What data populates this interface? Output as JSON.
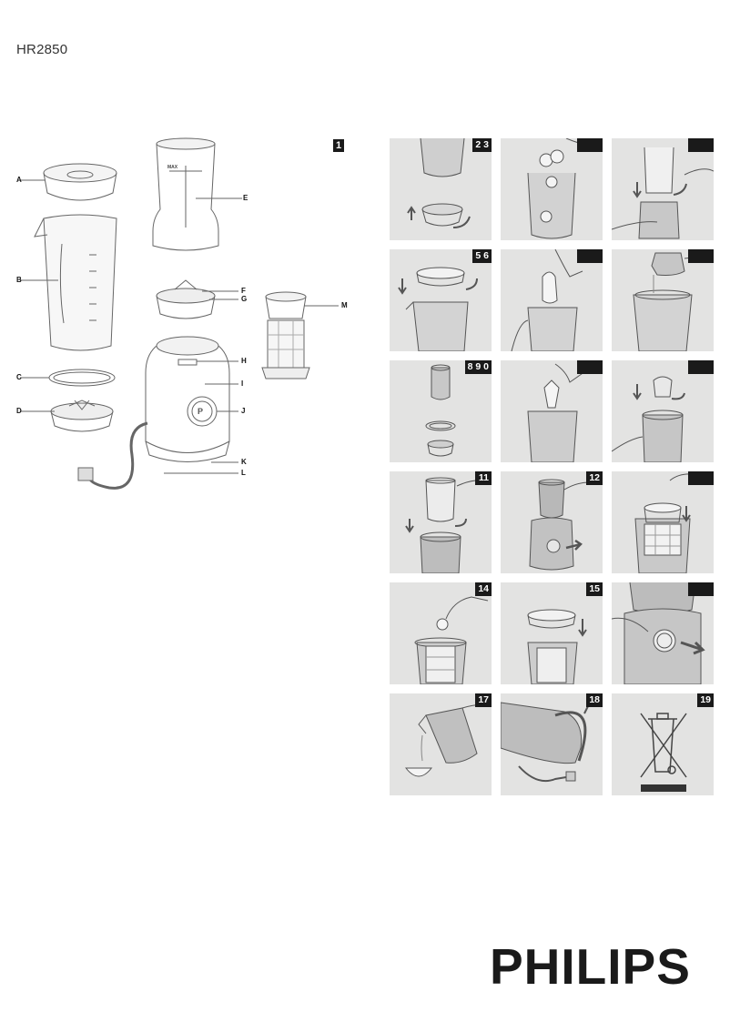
{
  "header": {
    "model": "HR2850"
  },
  "overview": {
    "figure_number": "1",
    "parts": [
      {
        "id": "A",
        "label": "A"
      },
      {
        "id": "B",
        "label": "B"
      },
      {
        "id": "C",
        "label": "C"
      },
      {
        "id": "D",
        "label": "D"
      },
      {
        "id": "E",
        "label": "E"
      },
      {
        "id": "F",
        "label": "F"
      },
      {
        "id": "G",
        "label": "G"
      },
      {
        "id": "H",
        "label": "H"
      },
      {
        "id": "I",
        "label": "I"
      },
      {
        "id": "J",
        "label": "J"
      },
      {
        "id": "K",
        "label": "K"
      },
      {
        "id": "L",
        "label": "L"
      },
      {
        "id": "M",
        "label": "M"
      }
    ],
    "button_letter": "P",
    "max_mark": "MAX"
  },
  "steps": [
    {
      "badge": "2 3"
    },
    {
      "badge": ""
    },
    {
      "badge": ""
    },
    {
      "badge": "5 6"
    },
    {
      "badge": ""
    },
    {
      "badge": ""
    },
    {
      "badge": "8 9 0"
    },
    {
      "badge": ""
    },
    {
      "badge": ""
    },
    {
      "badge": "11"
    },
    {
      "badge": "12"
    },
    {
      "badge": ""
    },
    {
      "badge": "14"
    },
    {
      "badge": "15"
    },
    {
      "badge": ""
    },
    {
      "badge": "17"
    },
    {
      "badge": "18"
    },
    {
      "badge": "19"
    }
  ],
  "brand": {
    "logo_text": "PHILIPS"
  },
  "colors": {
    "panel_bg": "#e3e3e2",
    "badge_bg": "#1a1a1a",
    "line": "#555555"
  }
}
